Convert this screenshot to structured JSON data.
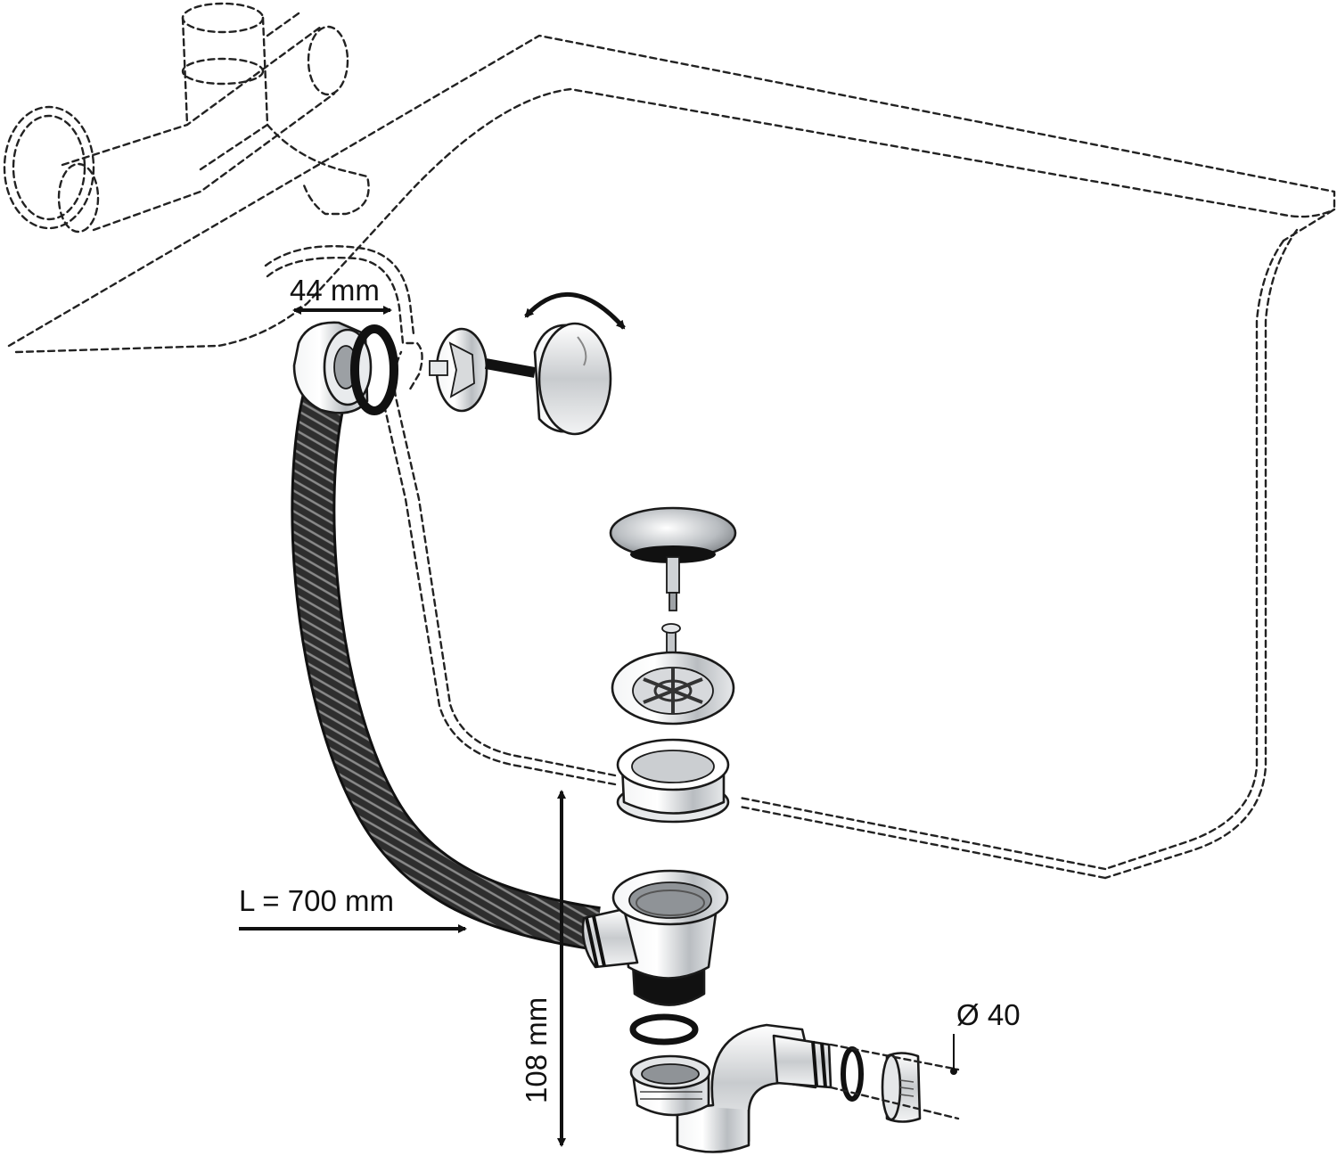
{
  "title": "Bath waste and overflow set - exploded installation diagram",
  "dimensions": {
    "overflow_width": "44 mm",
    "hose_length": "L = 700 mm",
    "drain_height": "108 mm",
    "outlet_diameter": "Ø 40"
  },
  "colors": {
    "line": "#1a1a1a",
    "chrome": "#bfc3c7",
    "hose": "#3a3a3a"
  }
}
